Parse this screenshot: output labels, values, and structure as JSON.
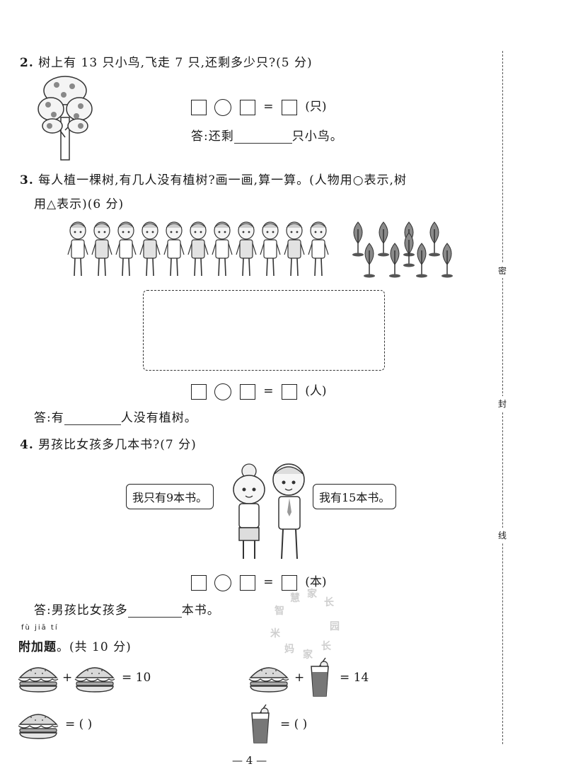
{
  "q2": {
    "num": "2.",
    "text": "树上有 13 只小鸟,飞走 7 只,还剩多少只?(5 分)",
    "unit": "(只)",
    "equals": "=",
    "answer_prefix": "答:还剩",
    "answer_suffix": "只小鸟。"
  },
  "q3": {
    "num": "3.",
    "text_line1": "每人植一棵树,有几人没有植树?画一画,算一算。(人物用○表示,树",
    "text_line2": "用△表示)(6 分)",
    "unit": "(人)",
    "equals": "=",
    "answer_prefix": "答:有",
    "answer_suffix": "人没有植树。",
    "children_count": 11,
    "trees_count": 9
  },
  "q4": {
    "num": "4.",
    "text": "男孩比女孩多几本书?(7 分)",
    "girl_says": "我只有9本书。",
    "boy_says": "我有15本书。",
    "unit": "(本)",
    "equals": "=",
    "answer_prefix": "答:男孩比女孩多",
    "answer_suffix": "本书。"
  },
  "bonus": {
    "pinyin": "fù jiā tí",
    "title": "附加题",
    "score": "。(共 10 分)",
    "eq1_plus": "+",
    "eq1_result": "= 10",
    "eq2_plus": "+",
    "eq2_result": "= 14",
    "eq3_answer": "= (        )",
    "eq4_answer": "= (        )"
  },
  "margin": {
    "seal1": "密",
    "seal2": "封",
    "seal3": "线"
  },
  "watermark": "智 慧 家 长 园 · 米 妈 家 长 园",
  "page_number": "— 4 —"
}
